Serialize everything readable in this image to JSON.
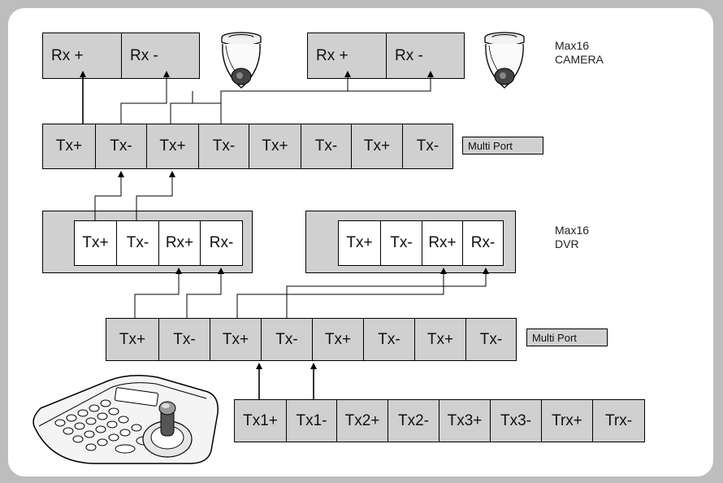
{
  "camera_label": "Max16\nCAMERA",
  "dvr_label": "Max16\nDVR",
  "camera_rx_1": [
    "Rx +",
    "Rx -"
  ],
  "camera_rx_2": [
    "Rx +",
    "Rx -"
  ],
  "multiport_top": {
    "cells": [
      "Tx+",
      "Tx-",
      "Tx+",
      "Tx-",
      "Tx+",
      "Tx-",
      "Tx+",
      "Tx-"
    ],
    "label": "Multi Port"
  },
  "dvr_1": [
    "Tx+",
    "Tx-",
    "Rx+",
    "Rx-"
  ],
  "dvr_2": [
    "Tx+",
    "Tx-",
    "Rx+",
    "Rx-"
  ],
  "multiport_bottom": {
    "cells": [
      "Tx+",
      "Tx-",
      "Tx+",
      "Tx-",
      "Tx+",
      "Tx-",
      "Tx+",
      "Tx-"
    ],
    "label": "Multi Port"
  },
  "keyboard_ports": [
    "Tx1+",
    "Tx1-",
    "Tx2+",
    "Tx2-",
    "Tx3+",
    "Tx3-",
    "Trx+",
    "Trx-"
  ]
}
